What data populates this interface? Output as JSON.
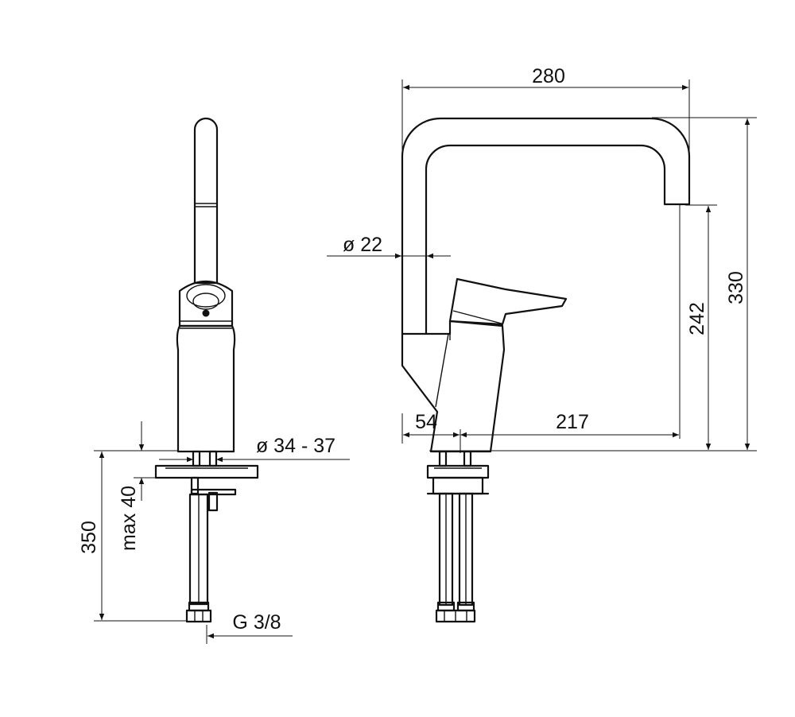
{
  "dimensions": {
    "width_total": "280",
    "height_total": "330",
    "spout_height": "242",
    "spout_reach": "217",
    "base_offset": "54",
    "spout_diameter": "ø 22",
    "mount_hole": "ø 34 - 37",
    "max_thickness": "max 40",
    "hose_length": "350",
    "connection_thread": "G 3/8"
  }
}
